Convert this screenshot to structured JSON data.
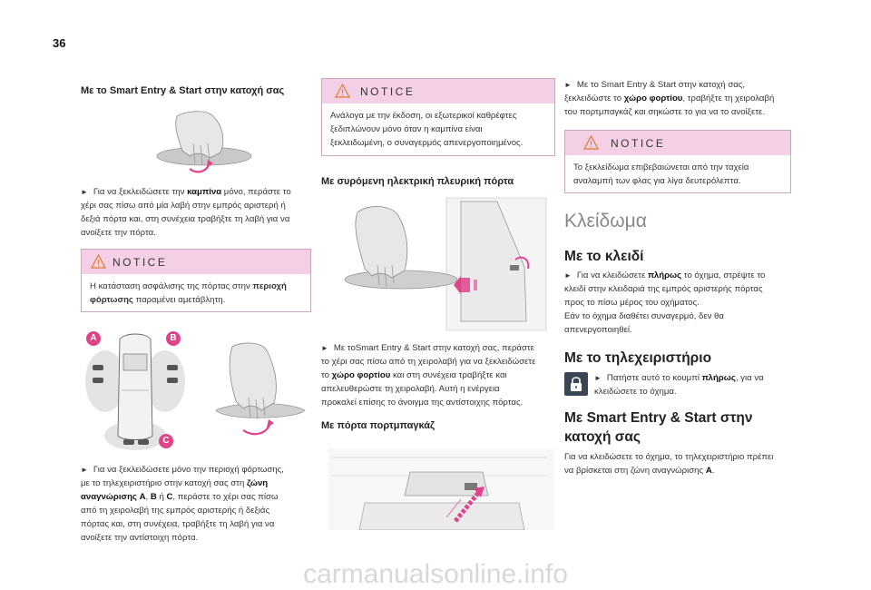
{
  "page_number": "36",
  "col1": {
    "heading": "Με το Smart Entry & Start στην κατοχή σας",
    "para1_prefix": "Για να ξεκλειδώσετε την ",
    "para1_bold": "καμπίνα",
    "para1_rest_line1": " μόνο, περάστε το",
    "para1_line2": "χέρι σας πίσω από μία λαβή στην εμπρός αριστερή ή",
    "para1_line3": "δεξιά πόρτα και, στη συνέχεια τραβήξτε τη λαβή για να",
    "para1_line4": "ανοίξετε την πόρτα.",
    "notice_title": "NOTICE",
    "notice_line1_prefix": "Η κατάσταση ασφάλισης της πόρτας στην ",
    "notice_line1_bold": "περιοχή",
    "notice_line2_bold": "φόρτωσης",
    "notice_line2_rest": " παραμένει αμετάβλητη.",
    "zone_labels": [
      "A",
      "B",
      "C"
    ],
    "para2_line1": "Για να ξεκλειδώσετε μόνο την περιοχή φόρτωσης,",
    "para2_line2_prefix": "με το τηλεχειριστήριο στην κατοχή σας στη ",
    "para2_line2_bold": "ζώνη",
    "para2_line3_bold": "αναγνώρισης",
    "para2_line3_a": " A",
    "para2_line3_sep1": ", ",
    "para2_line3_b": "B",
    "para2_line3_sep2": " ή ",
    "para2_line3_c": "C",
    "para2_line3_rest": ", περάστε το χέρι σας πίσω",
    "para2_line4": "από τη χειρολαβή της εμπρός αριστερής ή δεξιάς",
    "para2_line5": "πόρτας και, στη συνέχεια, τραβήξτε τη λαβή για να",
    "para2_line6": "ανοίξετε την αντίστοιχη πόρτα."
  },
  "col2": {
    "notice_title": "NOTICE",
    "notice_line1": "Ανάλογα με την έκδοση, οι εξωτερικοί καθρέφτες",
    "notice_line2": "ξεδιπλώνουν μόνο όταν η καμπίνα είναι",
    "notice_line3": "ξεκλειδωμένη, ο συναγερμός απενεργοποιημένος.",
    "heading1": "Με συρόμενη ηλεκτρική πλευρική πόρτα",
    "para1_line1": "Με τοSmart Entry & Start στην κατοχή σας, περάστε",
    "para1_line2": "το χέρι σας πίσω από τη χειρολαβή για να ξεκλειδώσετε",
    "para1_line3_prefix": "το ",
    "para1_line3_bold": "χώρο φορτίου",
    "para1_line3_rest": " και στη συνέχεια τραβήξτε και",
    "para1_line4": "απελευθερώστε τη χειρολαβή. Αυτή η ενέργεια",
    "para1_line5": "προκαλεί επίσης το άνοιγμα της αντίστοιχης πόρτας.",
    "heading2": "Με πόρτα πορτμπαγκάζ"
  },
  "col3": {
    "para1_line1": "Με το Smart Entry & Start στην κατοχή σας,",
    "para1_line2_prefix": "ξεκλειδώστε το ",
    "para1_line2_bold": "χώρο φορτίου",
    "para1_line2_rest": ", τραβήξτε τη χειρολαβή",
    "para1_line3": "του πορτμπαγκάζ και σηκώστε το για να το ανοίξετε.",
    "notice_title": "NOTICE",
    "notice_line1": "Το ξεκλείδωμα επιβεβαιώνεται από την ταχεία",
    "notice_line2": "αναλαμπή των φλας για λίγα δευτερόλεπτα.",
    "section_title": "Κλείδωμα",
    "h_key": "Με το κλειδί",
    "key_line1_prefix": "Για να κλειδώσετε ",
    "key_line1_bold": "πλήρως",
    "key_line1_rest": " το όχημα, στρέψτε το",
    "key_line2": "κλειδί στην κλειδαριά της εμπρός αριστερής πόρτας",
    "key_line3": "προς το πίσω μέρος του οχήματος.",
    "key_line4": "Εάν το όχημα διαθέτει συναγερμό, δεν θα",
    "key_line5": "απενεργοποιηθεί.",
    "h_remote": "Με το τηλεχειριστήριο",
    "remote_line1_prefix": "Πατήστε αυτό το κουμπί ",
    "remote_line1_bold": "πλήρως",
    "remote_line1_rest": ", για να",
    "remote_line2": "κλειδώσετε το όχημα.",
    "h_smart_line1": "Με Smart Entry & Start στην",
    "h_smart_line2": "κατοχή σας",
    "smart_line1": "Για να κλειδώσετε το όχημα, το τηλεχειριστήριο πρέπει",
    "smart_line2_prefix": "να βρίσκεται στη ζώνη αναγνώρισης ",
    "smart_line2_bold": "A",
    "smart_line2_rest": "."
  },
  "footer": "carmanualsonline.info",
  "icons": [
    "warning-triangle-icon",
    "padlock-button-icon",
    "arrow-bullet-icon"
  ],
  "colors": {
    "notice_header": "#f3d0e6",
    "notice_border": "#c9a6c0",
    "zone_badge": "#e0438a",
    "arrow_accent": "#e0438a"
  }
}
